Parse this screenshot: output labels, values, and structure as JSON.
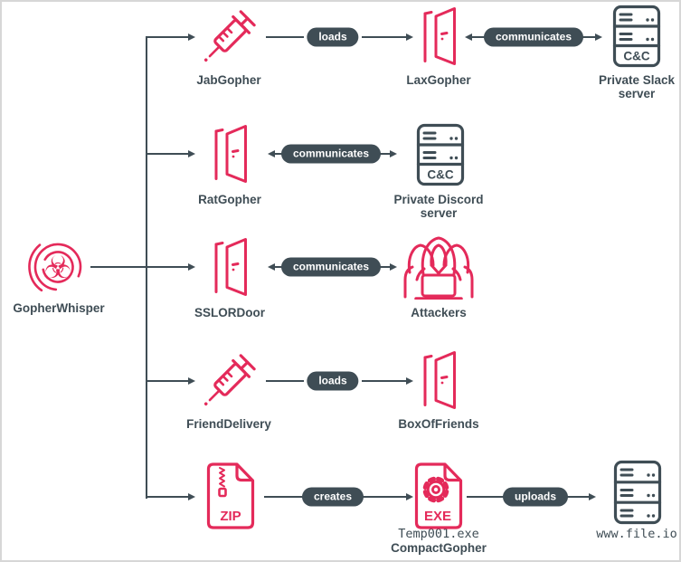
{
  "colors": {
    "accent_pink": "#e42a5a",
    "slate": "#3f4d55",
    "pill_background": "#3f4d55",
    "pill_text": "#ffffff",
    "canvas_border": "#d7d7d7",
    "background": "#ffffff"
  },
  "icons": {
    "biohazard_glyph": "☣"
  },
  "root": {
    "label": "GopherWhisper",
    "icon": "biohazard-spiral-icon"
  },
  "rows": [
    {
      "pills": [
        "loads",
        "communicates"
      ],
      "nodes": [
        {
          "label": "JabGopher",
          "icon": "syringe-icon"
        },
        {
          "label": "LaxGopher",
          "icon": "open-door-icon"
        },
        {
          "line1": "Private Slack",
          "line2": "server",
          "icon": "cc-server-icon",
          "badge": "C&C"
        }
      ]
    },
    {
      "pills": [
        "communicates"
      ],
      "nodes": [
        {
          "label": "RatGopher",
          "icon": "open-door-icon"
        },
        {
          "line1": "Private Discord",
          "line2": "server",
          "icon": "cc-server-icon",
          "badge": "C&C"
        }
      ]
    },
    {
      "pills": [
        "communicates"
      ],
      "nodes": [
        {
          "label": "SSLORDoor",
          "icon": "open-door-icon"
        },
        {
          "label": "Attackers",
          "icon": "attackers-icon"
        }
      ]
    },
    {
      "pills": [
        "loads"
      ],
      "nodes": [
        {
          "label": "FriendDelivery",
          "icon": "syringe-icon"
        },
        {
          "label": "BoxOfFriends",
          "icon": "open-door-icon"
        }
      ]
    },
    {
      "pills": [
        "creates",
        "uploads"
      ],
      "nodes": [
        {
          "icon": "zip-file-icon",
          "badge": "ZIP"
        },
        {
          "line1": "Temp001.exe",
          "line2": "CompactGopher",
          "icon": "exe-file-icon",
          "badge": "EXE"
        },
        {
          "label": "www.file.io",
          "icon": "server-icon"
        }
      ]
    }
  ]
}
